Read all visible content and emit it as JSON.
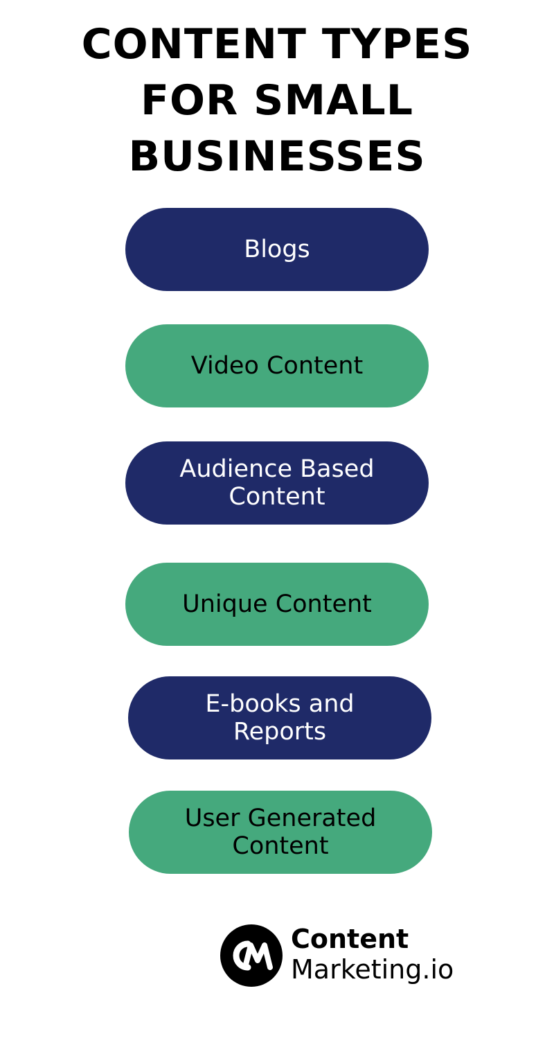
{
  "title": {
    "lines": [
      "CONTENT TYPES",
      "FOR SMALL",
      "BUSINESSES"
    ]
  },
  "items": [
    {
      "lines": [
        "Blogs"
      ],
      "color": "navy"
    },
    {
      "lines": [
        "Video Content"
      ],
      "color": "green"
    },
    {
      "lines": [
        "Audience Based",
        "Content"
      ],
      "color": "navy"
    },
    {
      "lines": [
        "Unique Content"
      ],
      "color": "green"
    },
    {
      "lines": [
        "E-books and",
        "Reports"
      ],
      "color": "navy"
    },
    {
      "lines": [
        "User Generated",
        "Content"
      ],
      "color": "green"
    }
  ],
  "colors": {
    "navy": "#1f2a68",
    "green": "#45a97d",
    "text_dark": "#000000",
    "text_light": "#ffffff"
  },
  "logo": {
    "line1": "Content",
    "line2": "Marketing.io",
    "icon": "cm-monogram-logo"
  }
}
